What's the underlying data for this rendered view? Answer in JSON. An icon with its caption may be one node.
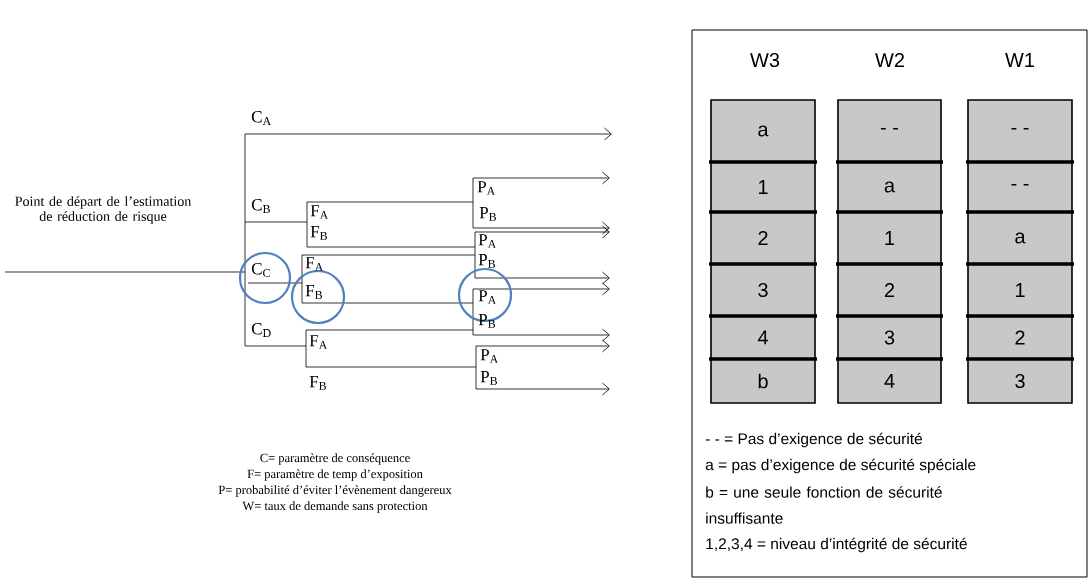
{
  "diagram": {
    "nodes": [
      {
        "text": [
          "a"
        ]
      },
      {
        "text": [
          "- -"
        ]
      },
      {
        "text": [
          "- -"
        ]
      },
      {
        "text": [
          "1"
        ]
      },
      {
        "text": [
          "a"
        ]
      },
      {
        "text": [
          "- -"
        ]
      },
      {
        "text": [
          "2"
        ]
      },
      {
        "text": [
          "1"
        ]
      },
      {
        "text": [
          "a"
        ]
      },
      {
        "text": [
          "3"
        ]
      },
      {
        "text": [
          "2"
        ]
      },
      {
        "text": [
          "1"
        ]
      },
      {
        "text": [
          "4"
        ]
      },
      {
        "text": [
          "3"
        ]
      },
      {
        "text": [
          "2"
        ]
      },
      {
        "text": [
          "b"
        ]
      },
      {
        "text": [
          "4"
        ]
      },
      {
        "text": [
          "3"
        ]
      }
    ],
    "labels": [
      "C$_{A}$",
      "Point de départ de l’estimation de réduction de risque",
      "C$_{B}$",
      "F$_{A}$",
      "F$_{B}$",
      "C$_{C}$",
      "F$_{A}$",
      "F$_{B}$",
      "C$_{D}$",
      "F$_{A}$",
      "F$_{B}$",
      "P$_{A}$",
      "P$_{B}$",
      "P$_{A}$",
      "P$_{B}$",
      "P$_{A}$",
      "P$_{B}$",
      "P$_{A}$",
      "P$_{B}$",
      "C= paramètre de conséquence",
      "F= paramètre de temp d’exposition",
      "P= probabilité d’éviter l’évènement dangereux",
      "W= taux de demande sans protection",
      "W3",
      "W2",
      "W1",
      "- - = Pas d’exigence de sécurité",
      "a = pas d’exigence de sécurité spéciale",
      "b = une seule fonction de sécurité insuffisante",
      "1,2,3,4 = niveau d’intégrité de sécurité"
    ]
  }
}
